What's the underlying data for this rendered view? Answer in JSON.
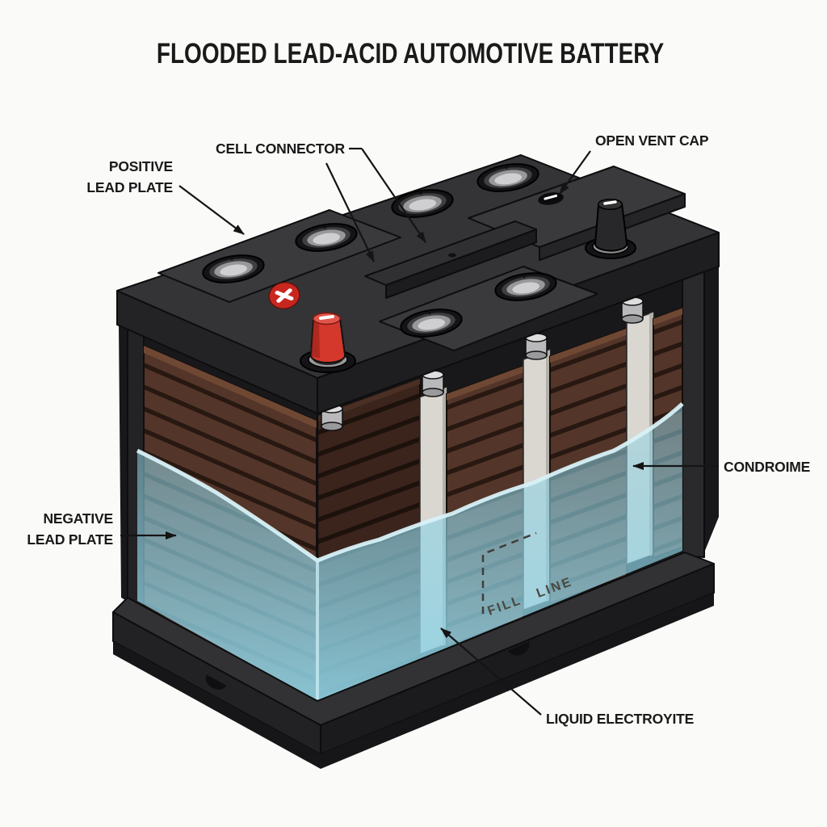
{
  "title": "FLOODED LEAD-ACID AUTOMOTIVE BATTERY",
  "labels": {
    "positive_plate_line1": "POSITIVE",
    "positive_plate_line2": "LEAD PLATE",
    "cell_connector": "CELL CONNECTOR",
    "open_vent_cap": "OPEN VENT CAP",
    "separator": "CONDROIME",
    "negative_plate_line1": "NEGATIVE",
    "negative_plate_line2": "LEAD PLATE",
    "fill_line": "FILL LINE",
    "liquid_electrolyte": "LIQUID ELECTROYITE"
  },
  "colors": {
    "background": "#fafaf8",
    "ink": "#1a1a1a",
    "case-dark": "#1c1c1e",
    "case-mid": "#2a2a2c",
    "lid-top": "#343436",
    "panel": "#3a3a3c",
    "plate-brown": "#543529",
    "plate-gap": "#271811",
    "plate-side": "#3a241c",
    "plate-side-gap": "#1d110c",
    "plate-top": "#6f4834",
    "separator": "#dad7d1",
    "separator-shade": "#b3b0a9",
    "liquid": "#8fd2e4",
    "liquid-rim": "#d7f1f7",
    "red": "#d4382c",
    "red-dark": "#8f1d16",
    "black-terminal": "#28282a",
    "metal": "#b9b9bb",
    "badge": "#c8271f"
  }
}
